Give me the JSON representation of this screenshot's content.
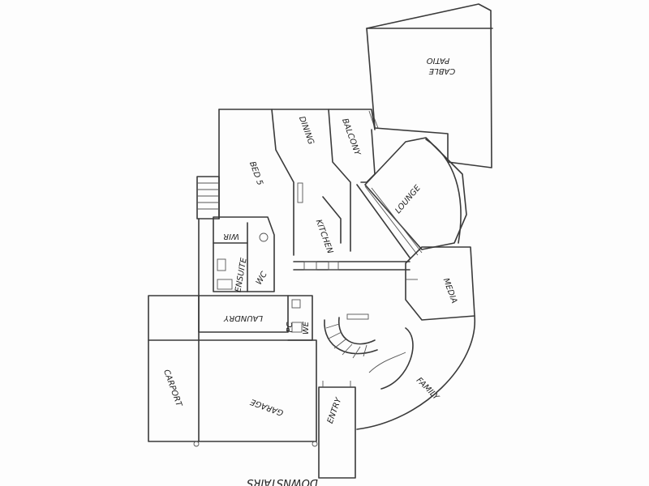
{
  "plan": {
    "title": "DOWNSTAIRS",
    "rooms": {
      "cable_patio": [
        "CABLE",
        "PATIO"
      ],
      "dining": "DINING",
      "balcony": "BALCONY",
      "bed5": "BED 5",
      "lounge": "LOUNGE",
      "kitchen": "KITCHEN",
      "wir": "WIR",
      "ensuite": "ENSUITE",
      "wc": "WC",
      "media": "MEDIA",
      "laundry": "LAUNDRY",
      "carport": "CARPORT",
      "garage": "GARAGE",
      "family": "FAMILY",
      "entry": "ENTRY",
      "we": "WE",
      "pc": "PC"
    }
  }
}
